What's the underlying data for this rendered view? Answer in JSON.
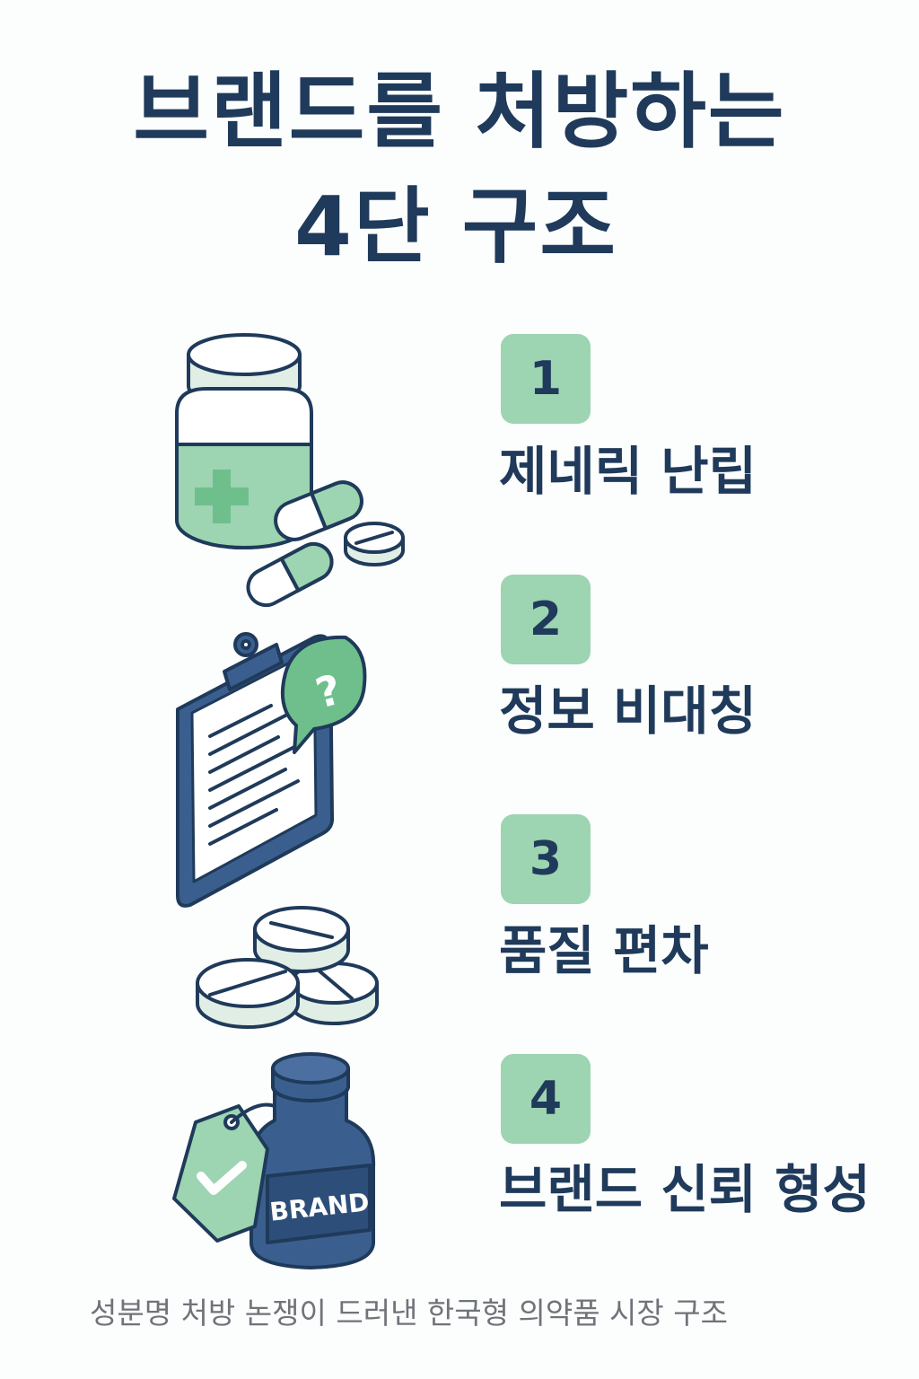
{
  "title": {
    "line1": "브랜드를 처방하는",
    "line2": "4단 구조"
  },
  "steps": [
    {
      "number": "1",
      "label": "제네릭 난립",
      "icon": "medicine-bottle-with-capsules-icon"
    },
    {
      "number": "2",
      "label": "정보 비대칭",
      "icon": "clipboard-with-question-icon"
    },
    {
      "number": "3",
      "label": "품질 편차",
      "icon": "stacked-tablets-icon"
    },
    {
      "number": "4",
      "label": "브랜드 신뢰 형성",
      "icon": "brand-bottle-with-check-tag-icon"
    }
  ],
  "brand_bottle_text": "BRAND",
  "footer": "성분명 처방 논쟁이 드러낸 한국형 의약품 시장 구조",
  "colors": {
    "navy": "#1f3a5a",
    "green": "#9dd4b1",
    "pale_green": "#e1eee5",
    "blue": "#3a5f8f",
    "footer_gray": "#6f7479"
  }
}
